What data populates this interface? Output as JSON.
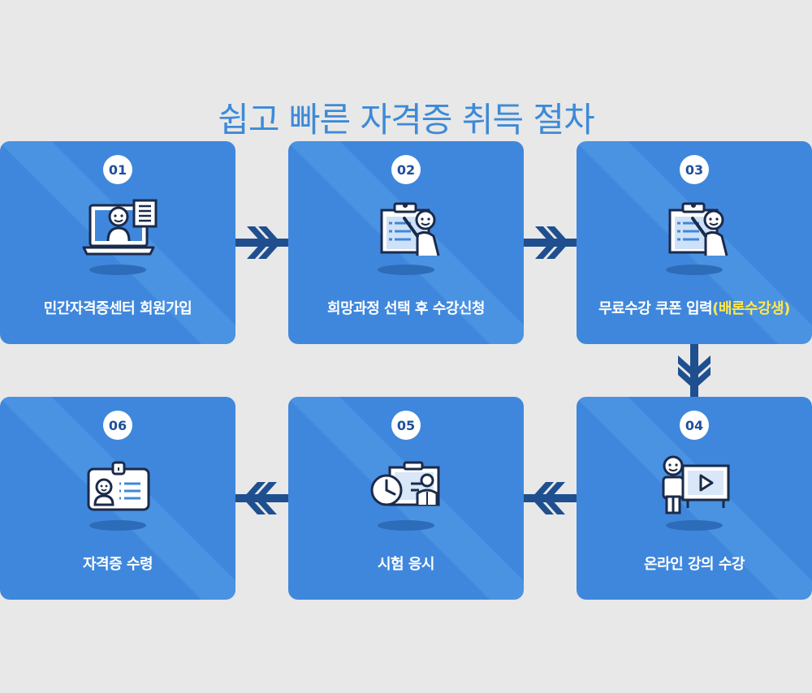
{
  "title": "쉽고 빠른 자격증 취득 절차",
  "steps": [
    {
      "num": "01",
      "label": "민간자격증센터 회원가입",
      "icon": "teacher-laptop-icon"
    },
    {
      "num": "02",
      "label": "희망과정 선택 후 수강신청",
      "icon": "clipboard-presenter-icon"
    },
    {
      "num": "03",
      "label": "무료수강 쿠폰 입력",
      "highlight": "(배론수강생)",
      "icon": "clipboard-presenter-icon"
    },
    {
      "num": "04",
      "label": "온라인 강의 수강",
      "icon": "video-lecture-icon"
    },
    {
      "num": "05",
      "label": "시험 응시",
      "icon": "exam-clock-icon"
    },
    {
      "num": "06",
      "label": "자격증 수령",
      "icon": "id-card-icon"
    }
  ],
  "colors": {
    "card": "#3f87dc",
    "title": "#3d8ad8",
    "arrow": "#1f4f8f",
    "highlight": "#ffe94a"
  }
}
